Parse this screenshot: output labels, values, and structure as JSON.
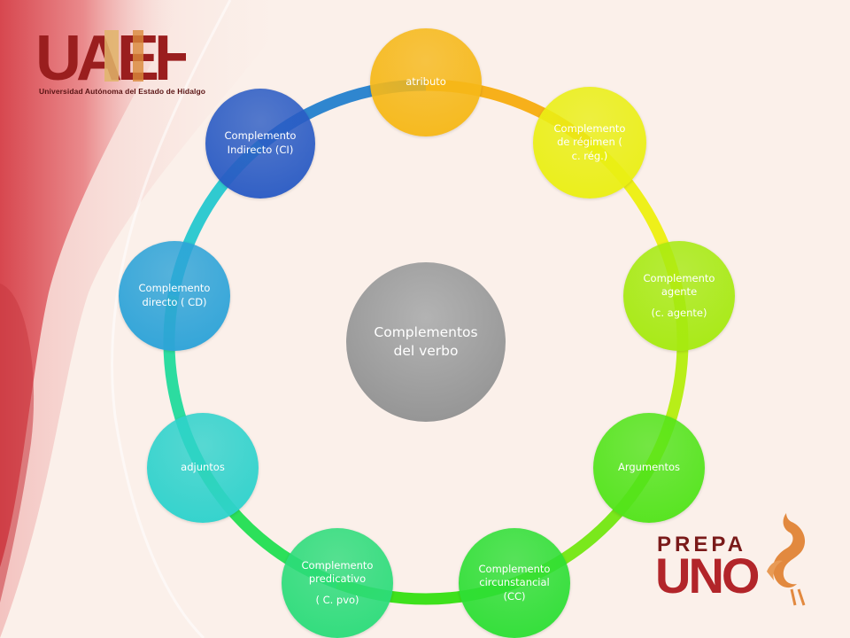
{
  "logos": {
    "top_mark": "UAEH",
    "top_caption": "Universidad Autónoma del Estado de Hidalgo",
    "bottom_line1": "PREPA",
    "bottom_line2": "UNO"
  },
  "diagram": {
    "center": [
      "Complementos",
      "del verbo"
    ],
    "nodes": [
      {
        "id": "atributo",
        "lines": [
          "atributo"
        ],
        "color": "#f6b818"
      },
      {
        "id": "regimen",
        "lines": [
          "Complemento",
          "de régimen (",
          "c. rég.)"
        ],
        "color": "#eaef14"
      },
      {
        "id": "agente",
        "lines": [
          "Complemento",
          "agente",
          "(c. agente)"
        ],
        "color": "#a6ea10"
      },
      {
        "id": "argumentos",
        "lines": [
          "Argumentos"
        ],
        "color": "#52e41a"
      },
      {
        "id": "circunstancial",
        "lines": [
          "Complemento",
          "circunstancial",
          "(CC)"
        ],
        "color": "#2edf35"
      },
      {
        "id": "predicativo",
        "lines": [
          "Complemento",
          "predicativo",
          "( C. pvo)"
        ],
        "color": "#2cdc7a"
      },
      {
        "id": "adjuntos",
        "lines": [
          "adjuntos"
        ],
        "color": "#2ed2cc"
      },
      {
        "id": "directo",
        "lines": [
          "Complemento",
          "directo ( CD)"
        ],
        "color": "#2da3d8"
      },
      {
        "id": "indirecto",
        "lines": [
          "Complemento",
          "Indirecto (CI)"
        ],
        "color": "#2a5bc4"
      }
    ],
    "ring_colors": {
      "atributo": "#f7b01a",
      "regimen": "#eef01a",
      "agente": "#b8ee18",
      "argumentos": "#7ae81c",
      "circunstancial": "#3ee11c",
      "predicativo": "#2ce05a",
      "adjuntos": "#2cdca0",
      "directo": "#30cad0",
      "indirecto": "#2f86cf"
    }
  }
}
